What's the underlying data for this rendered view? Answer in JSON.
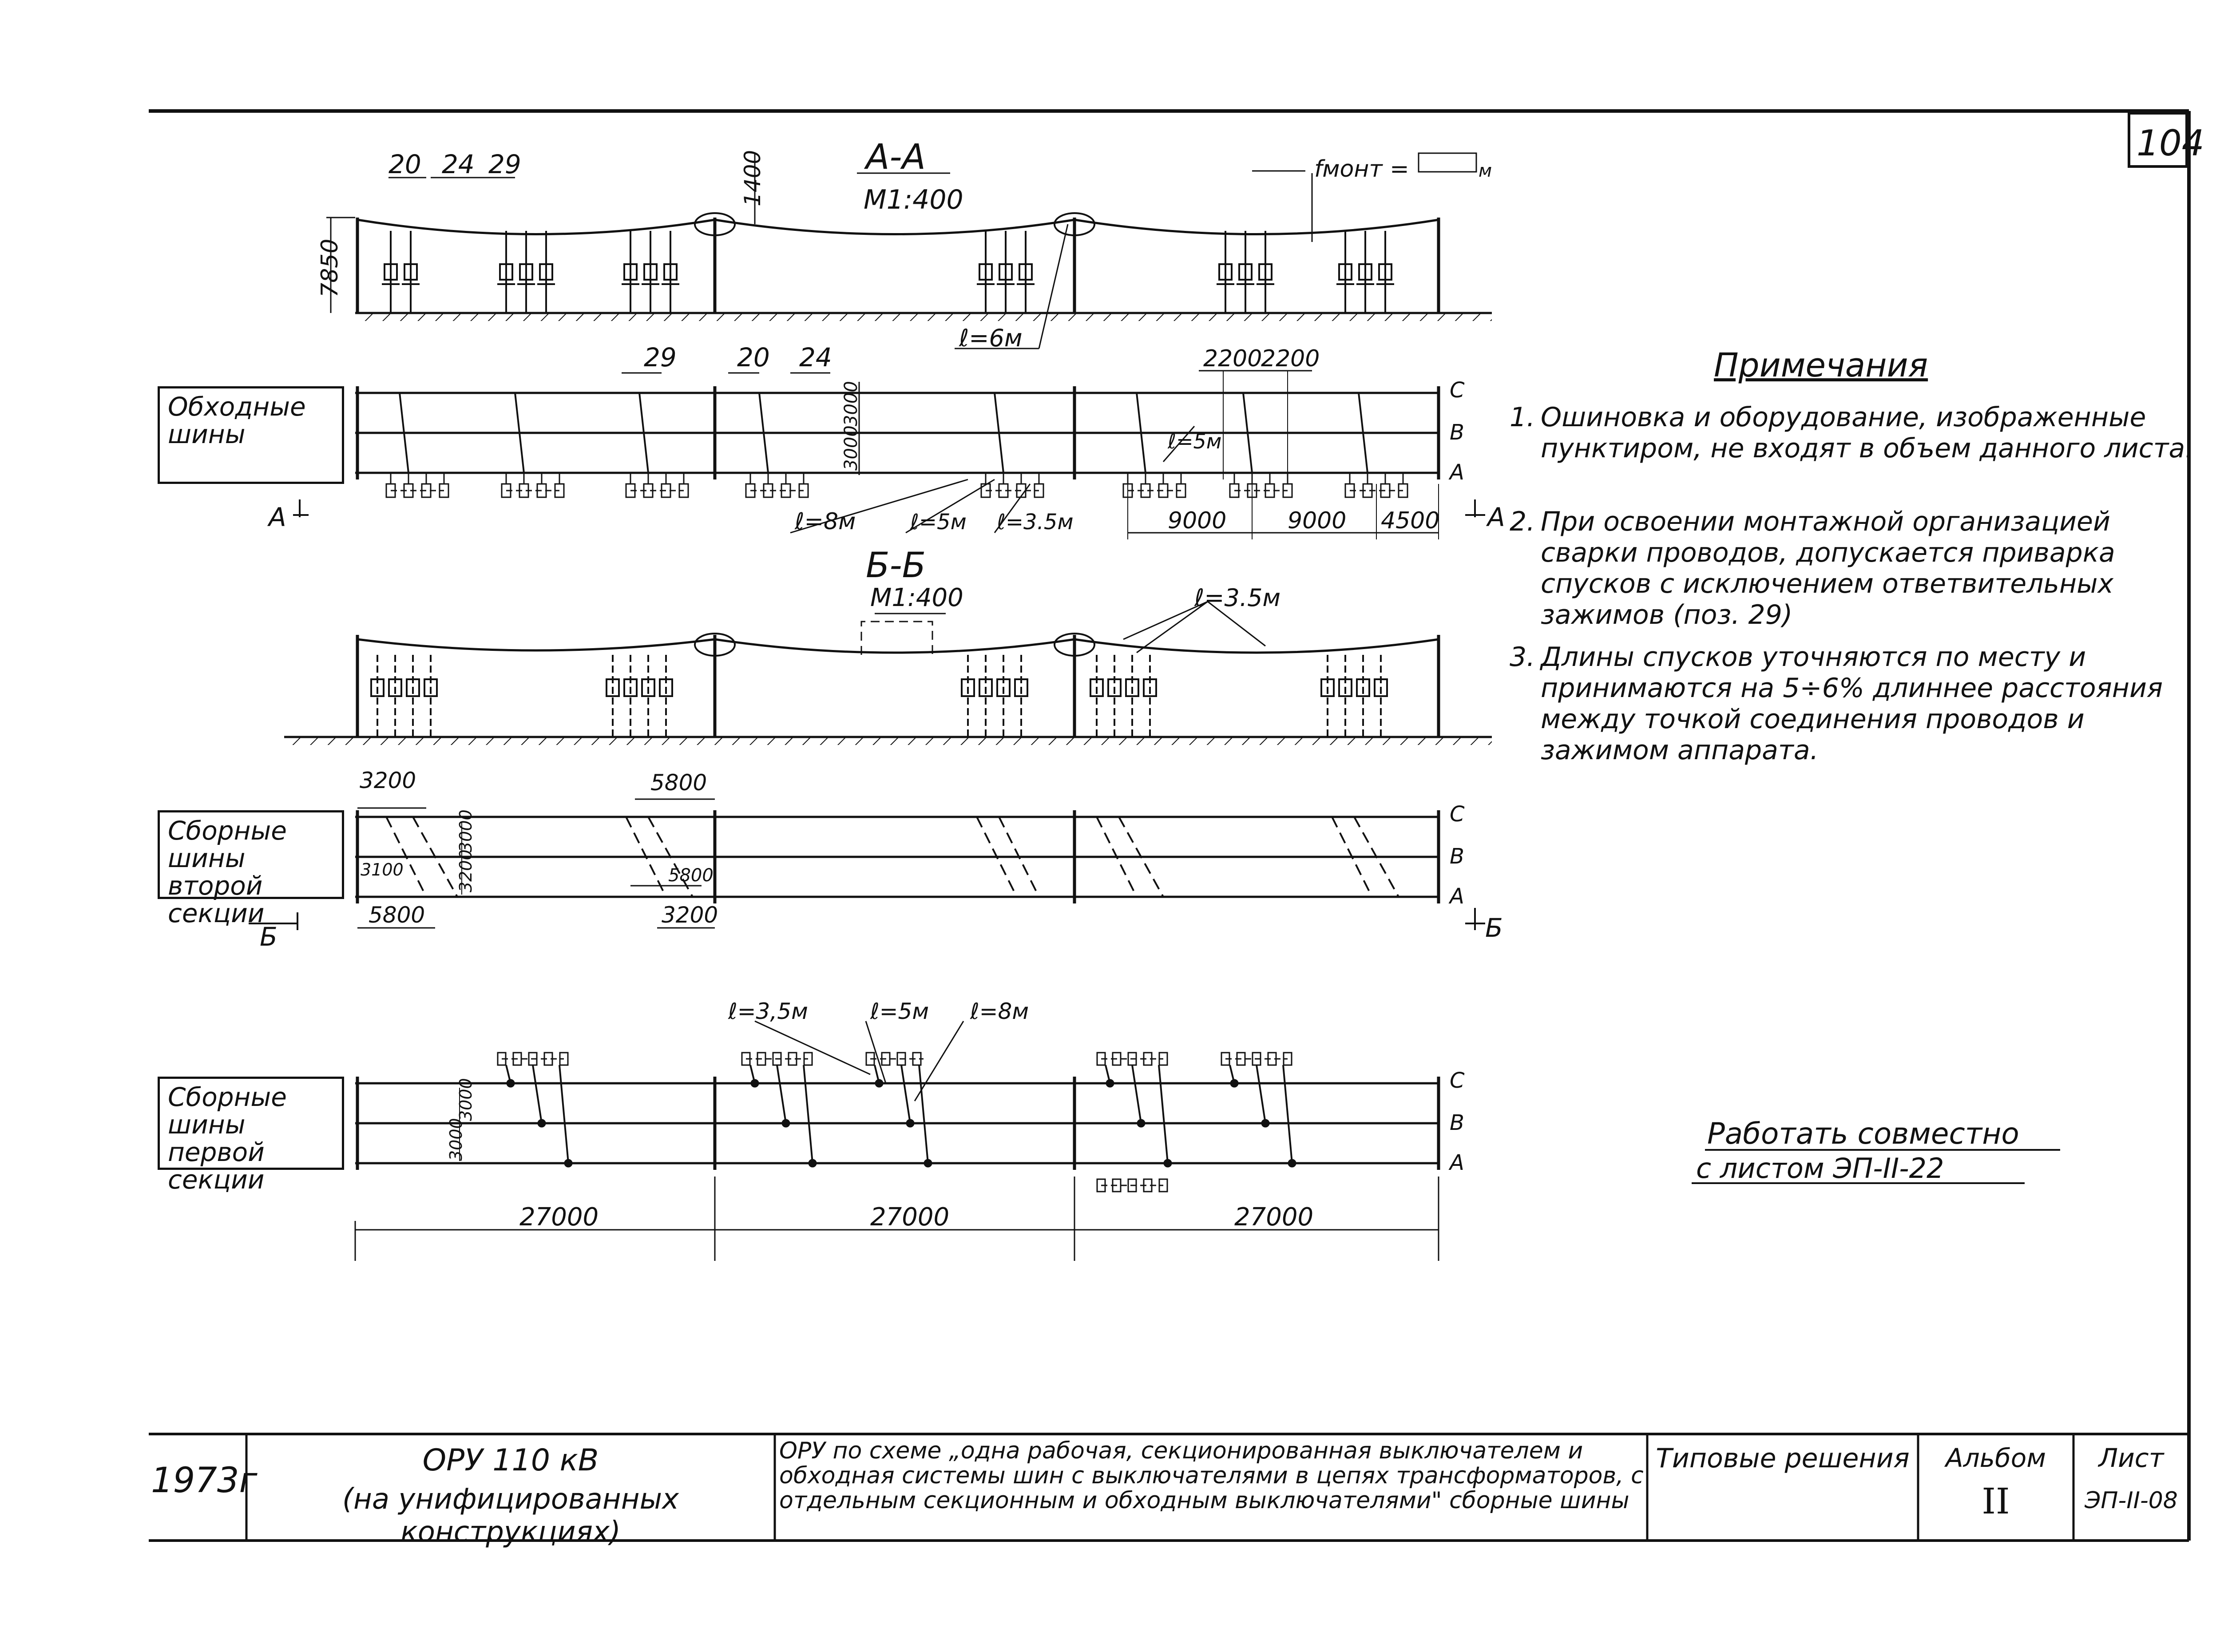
{
  "sheet": {
    "page_number": "104"
  },
  "section_aa": {
    "title": "А-А",
    "scale": "М1:400",
    "height_label": "7850",
    "sag_label": "1400",
    "mount_sag_label": "fмонт =",
    "mount_sag_unit": "м",
    "callouts": [
      "20",
      "24",
      "29"
    ],
    "drop_length": "ℓ=6м"
  },
  "bypass": {
    "label": "Обходные шины",
    "callouts": [
      "29",
      "20",
      "24"
    ],
    "dims_top": [
      "2200",
      "2200"
    ],
    "vert_dims": [
      "3000",
      "3000"
    ],
    "drop_labels": [
      "ℓ=8м",
      "ℓ=5м",
      "ℓ=3.5м",
      "ℓ=5м"
    ],
    "dims_bottom": [
      "9000",
      "9000",
      "4500"
    ],
    "section_marks": [
      "А",
      "А"
    ]
  },
  "section_bb": {
    "title": "Б-Б",
    "scale": "М1:400",
    "drop_length": "ℓ=3.5м"
  },
  "second_section": {
    "label": "Сборные шины второй секции",
    "dims": [
      "3200",
      "5800",
      "3100",
      "3200",
      "3000",
      "5800",
      "5800",
      "3200"
    ],
    "section_marks": [
      "Б",
      "Б"
    ]
  },
  "first_section": {
    "label": "Сборные шины первой секции",
    "drop_labels": [
      "ℓ=3,5м",
      "ℓ=5м",
      "ℓ=8м"
    ],
    "vert_dims": [
      "3000",
      "3000"
    ],
    "spans": [
      "27000",
      "27000",
      "27000"
    ]
  },
  "phases": [
    "С",
    "В",
    "А"
  ],
  "notes": {
    "title": "Примечания",
    "items": [
      {
        "num": "1.",
        "text": "Ошиновка и оборудование, изображенные пунктиром, не входят в объем данного листа."
      },
      {
        "num": "2.",
        "text": "При освоении монтажной организацией сварки проводов, допускается приварка спусков с исключением ответвительных зажимов (поз. 29)"
      },
      {
        "num": "3.",
        "text": "Длины спусков уточняются по месту и принимаются на 5÷6% длиннее расстояния между точкой соединения проводов и зажимом аппарата."
      }
    ]
  },
  "cross_ref": {
    "line1": "Работать совместно",
    "line2": "с листом ЭП-II-22"
  },
  "title_block": {
    "year": "1973г",
    "project_title": "ОРУ 110 кВ",
    "project_subtitle": "(на унифицированных конструкциях)",
    "description": "ОРУ по схеме „одна рабочая, секционированная выключателем и обходная системы шин с выключателями в цепях трансформаторов, с отдельным секционным и обходным выключателями\" сборные шины",
    "category": "Типовые решения",
    "album_label": "Альбом",
    "album_value": "II",
    "sheet_label": "Лист",
    "sheet_value": "ЭП-II-08"
  }
}
